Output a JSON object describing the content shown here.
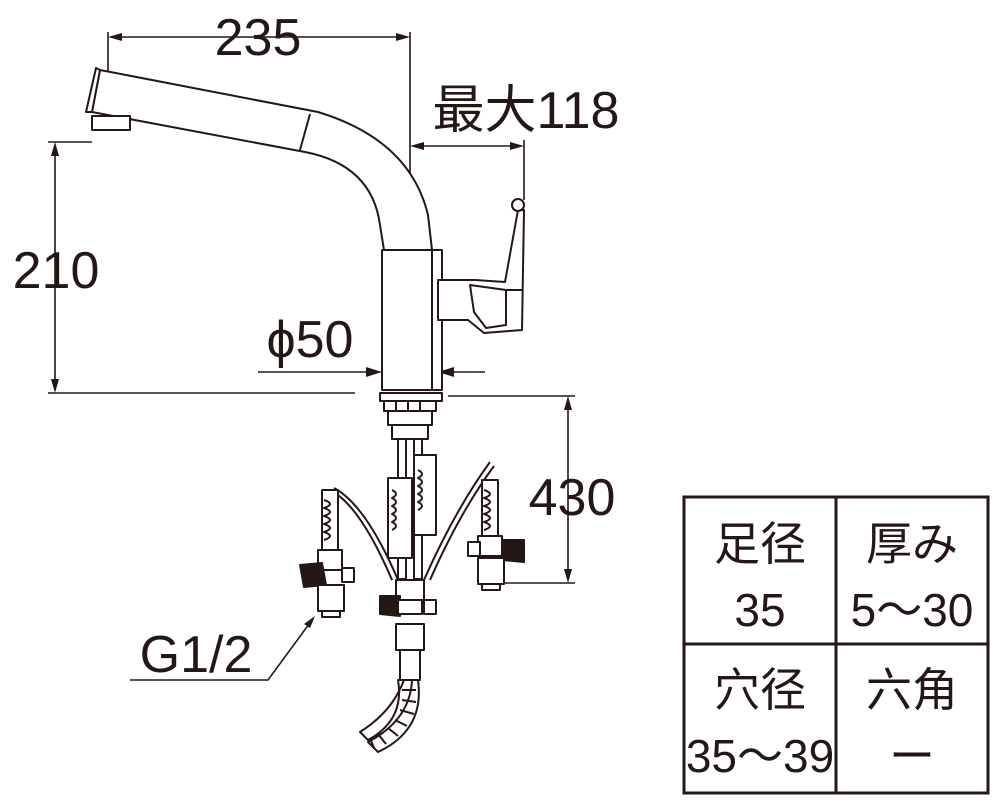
{
  "dimensions": {
    "spout_reach": "235",
    "max_reach": "最大118",
    "height": "210",
    "body_diameter": "ϕ50",
    "hose_length": "430",
    "connection": "G1/2"
  },
  "specs": [
    {
      "label": "足径",
      "value": "35"
    },
    {
      "label": "厚み",
      "value": "5～30"
    },
    {
      "label": "穴径",
      "value": "35～39"
    },
    {
      "label": "六角",
      "value": "ー"
    }
  ],
  "colors": {
    "line": "#231815",
    "background": "#ffffff"
  }
}
